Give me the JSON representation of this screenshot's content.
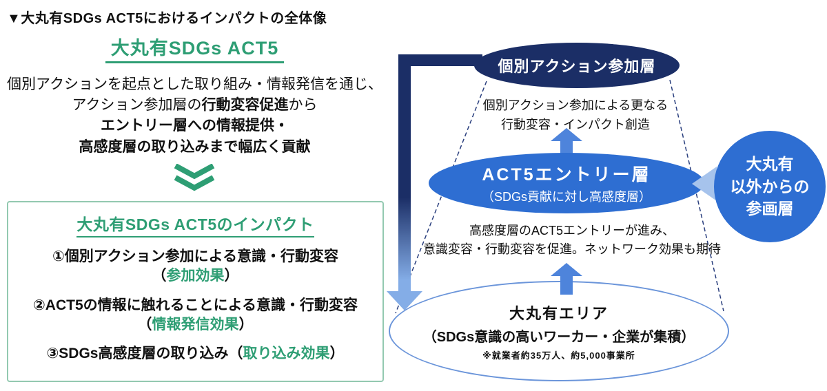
{
  "colors": {
    "green": "#2e9e74",
    "navy": "#1b2e66",
    "blue": "#2e6ed2",
    "light_blue": "#84ade7",
    "arrow_blue": "#4e84db",
    "box_border_green": "#93c9b0",
    "bottom_ellipse_border": "#6b95da"
  },
  "header": {
    "title": "▼大丸有SDGs ACT5におけるインパクトの全体像"
  },
  "left": {
    "heading": "大丸有SDGs ACT5",
    "desc": {
      "l1": "個別アクションを起点とした取り組み・情報発信を通じ、",
      "l2a": "アクション参加層の",
      "l2b": "行動変容促進",
      "l2c": "から",
      "l3": "エントリー層への情報提供・",
      "l4": "高感度層の取り込みまで幅広く貢献"
    },
    "impact_box": {
      "title": "大丸有SDGs ACT5のインパクト",
      "item1": {
        "line": "①個別アクション参加による意識・行動変容",
        "paren_open": "（",
        "effect": "参加効果",
        "paren_close": "）"
      },
      "item2": {
        "line": "②ACT5の情報に触れることによる意識・行動変容",
        "paren_open": "（",
        "effect": "情報発信効果",
        "paren_close": "）"
      },
      "item3": {
        "line": "③SDGs高感度層の取り込み",
        "paren_open": "（",
        "effect": "取り込み効果",
        "paren_close": "）"
      }
    }
  },
  "funnel": {
    "top": {
      "label": "個別アクション参加層"
    },
    "top_note": {
      "l1": "個別アクション参加による更なる",
      "l2": "行動変容・インパクト創造"
    },
    "middle": {
      "l1": "ACT5エントリー層",
      "l2": "（SDGs貢献に対し高感度層）"
    },
    "side_circle": {
      "l1": "大丸有",
      "l2": "以外からの",
      "l3": "参画層"
    },
    "mid_note": {
      "l1": "高感度層のACT5エントリーが進み、",
      "l2": "意識変容・行動変容を促進。ネットワーク効果も期待"
    },
    "bottom": {
      "title": "大丸有エリア",
      "sub": "（SDGs意識の高いワーカー・企業が集積）",
      "note": "※就業者約35万人、約5,000事業所"
    }
  }
}
